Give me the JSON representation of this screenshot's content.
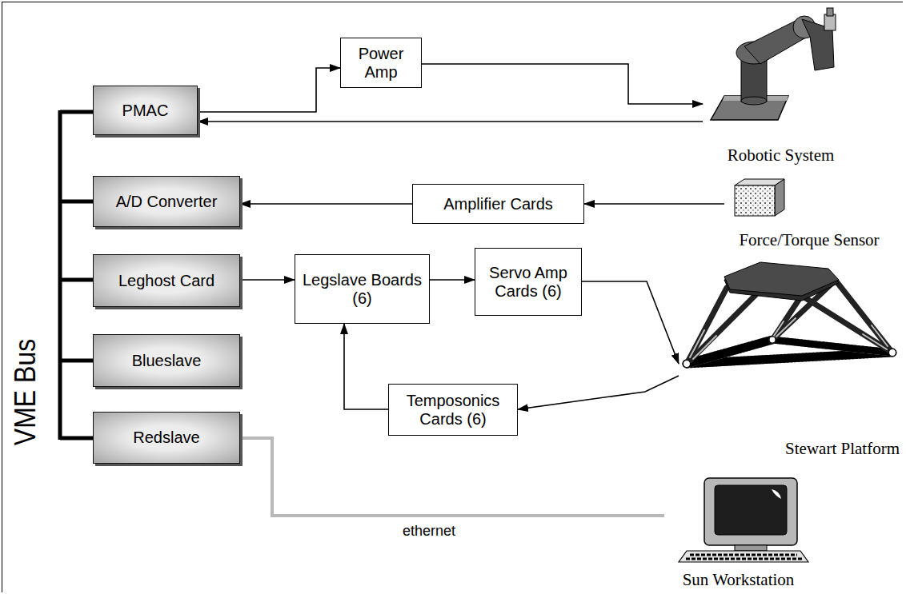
{
  "diagram": {
    "nodes": [
      {
        "text": [
          "PMAC"
        ]
      },
      {
        "text": [
          "Power Amp"
        ]
      },
      {
        "text": [
          "Robotic System"
        ]
      },
      {
        "text": [
          "A/D Converter"
        ]
      },
      {
        "text": [
          "Amplifier Cards"
        ]
      },
      {
        "text": [
          "Force/Torque Sensor"
        ]
      },
      {
        "text": [
          "Leghost Card"
        ]
      },
      {
        "text": [
          "Legslave Boards (6)"
        ]
      },
      {
        "text": [
          "Servo Amp Cards (6)"
        ]
      },
      {
        "text": [
          "Stewart Platform"
        ]
      },
      {
        "text": [
          "Blueslave"
        ]
      },
      {
        "text": [
          "Temposonics Cards (6)"
        ]
      },
      {
        "text": [
          "Redslave"
        ]
      },
      {
        "text": [
          "Sun Workstation"
        ]
      }
    ],
    "edges": [
      {
        "from": 0,
        "to": 1,
        "arrow": "to"
      },
      {
        "from": 1,
        "to": 2,
        "arrow": "to"
      },
      {
        "from": 2,
        "to": 0,
        "arrow": "to"
      },
      {
        "from": 5,
        "to": 4,
        "arrow": "to"
      },
      {
        "from": 4,
        "to": 3,
        "arrow": "to"
      },
      {
        "from": 6,
        "to": 7,
        "arrow": "to"
      },
      {
        "from": 7,
        "to": 8,
        "arrow": "to"
      },
      {
        "from": 8,
        "to": 9,
        "arrow": "to"
      },
      {
        "from": 9,
        "to": 11,
        "arrow": "to"
      },
      {
        "from": 11,
        "to": 7,
        "arrow": "to"
      },
      {
        "from": 12,
        "to": 13,
        "label": "ethernet",
        "arrow": "none"
      }
    ],
    "labels": [
      "VME Bus"
    ]
  }
}
